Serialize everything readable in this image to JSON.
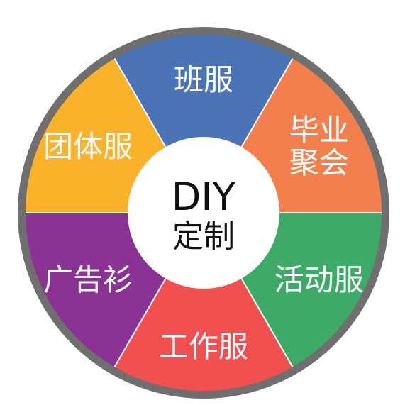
{
  "center": {
    "title": "DIY",
    "subtitle": "定制"
  },
  "segments": [
    {
      "lines": [
        "班服"
      ],
      "color": "#4a73b8"
    },
    {
      "lines": [
        "毕业",
        "聚会"
      ],
      "color": "#f47f4e"
    },
    {
      "lines": [
        "活动服"
      ],
      "color": "#3eaa68"
    },
    {
      "lines": [
        "工作服"
      ],
      "color": "#f24f50"
    },
    {
      "lines": [
        "广告衫"
      ],
      "color": "#8b3394"
    },
    {
      "lines": [
        "团体服"
      ],
      "color": "#fbb22b"
    }
  ],
  "ring_color": "#6f6f6f",
  "divider_color": "#ffffff",
  "center_color": "#ffffff"
}
